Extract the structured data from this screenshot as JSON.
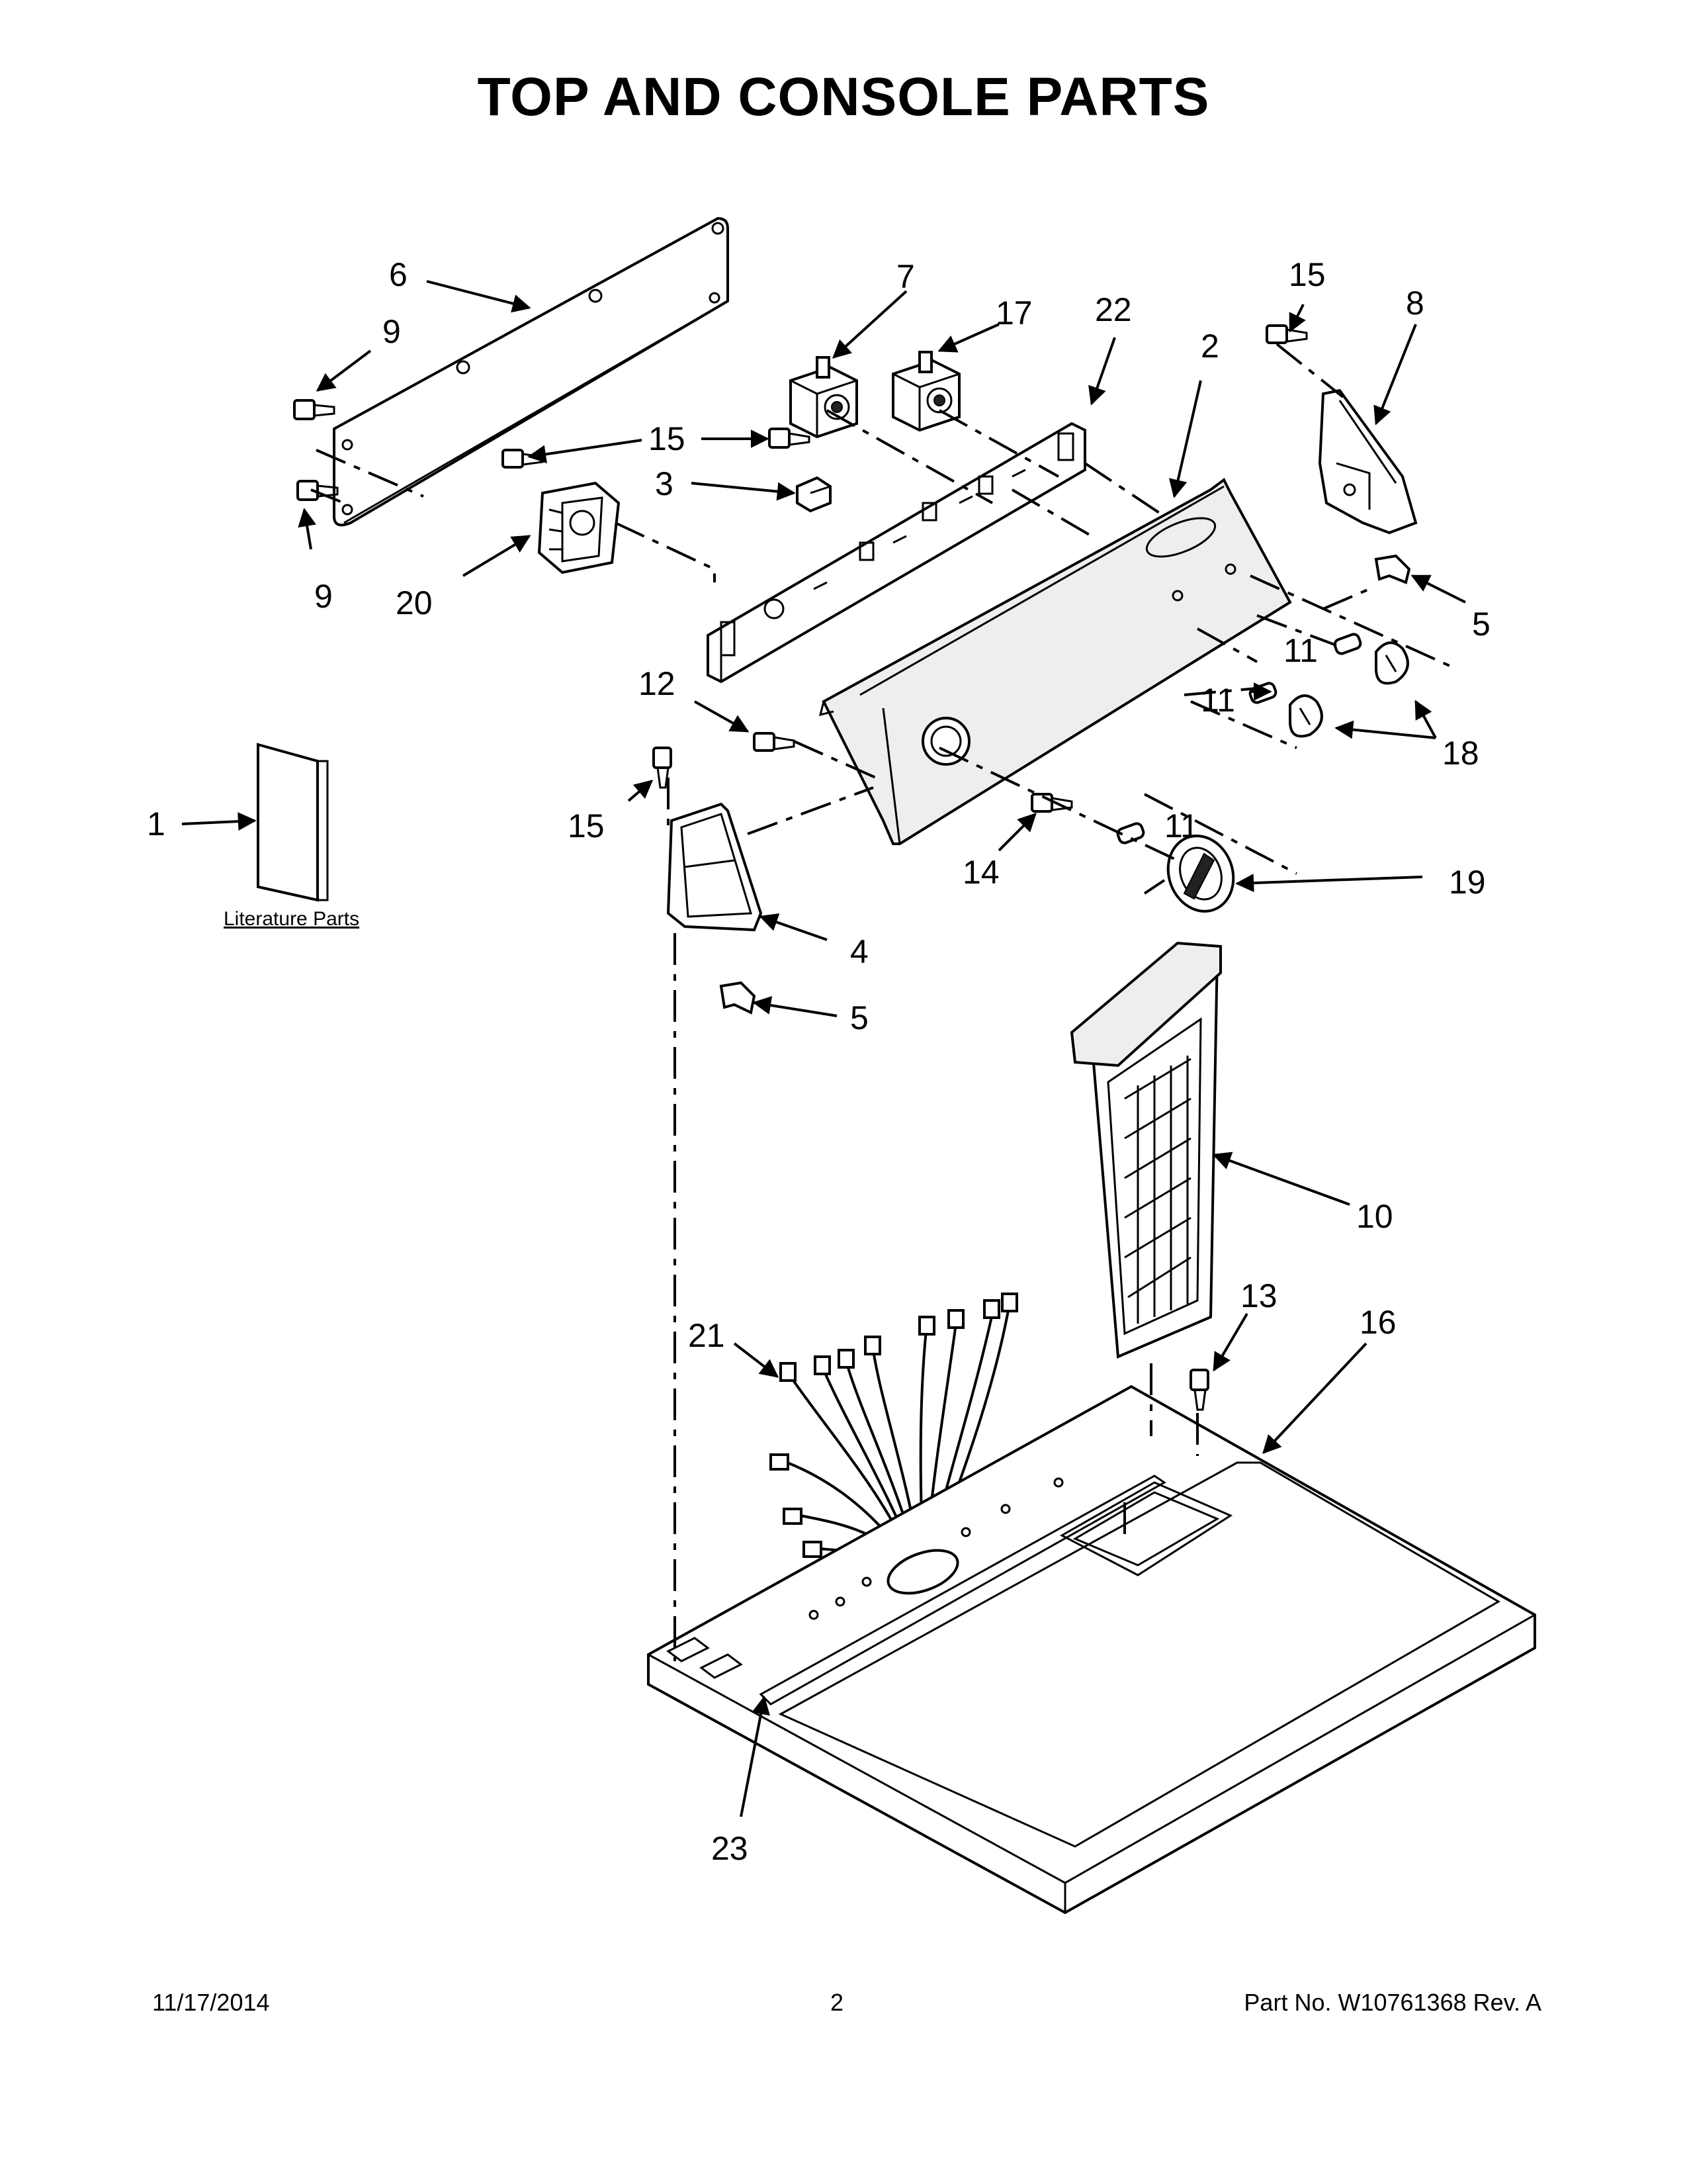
{
  "title": "TOP AND CONSOLE PARTS",
  "literature_label": "Literature Parts",
  "callouts": {
    "c1": "1",
    "c2": "2",
    "c3": "3",
    "c4": "4",
    "c5a": "5",
    "c5b": "5",
    "c6": "6",
    "c7": "7",
    "c8": "8",
    "c9a": "9",
    "c9b": "9",
    "c10": "10",
    "c11a": "11",
    "c11b": "11",
    "c11c": "11",
    "c12": "12",
    "c13": "13",
    "c14": "14",
    "c15a": "15",
    "c15b": "15",
    "c15c": "15",
    "c16": "16",
    "c17": "17",
    "c18": "18",
    "c19": "19",
    "c20": "20",
    "c21": "21",
    "c22": "22",
    "c23": "23"
  },
  "footer": {
    "date": "11/17/2014",
    "page": "2",
    "part_no": "Part No.  W10761368  Rev.  A"
  }
}
